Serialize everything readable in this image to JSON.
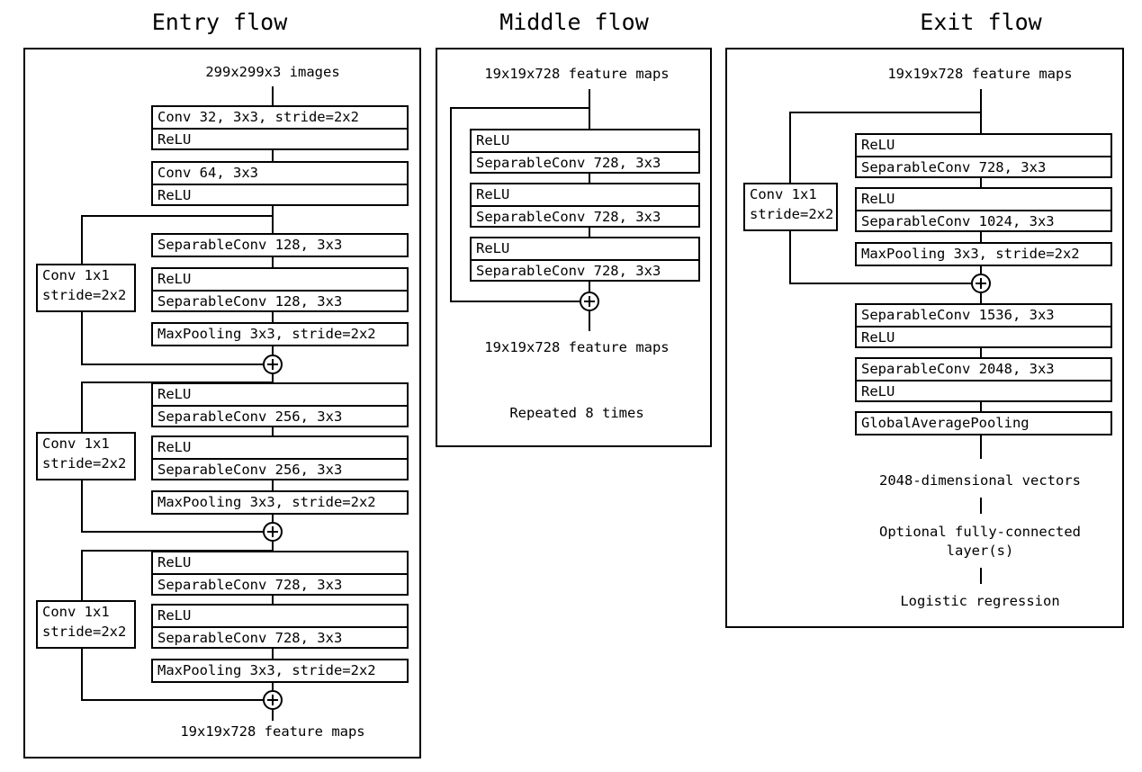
{
  "figure": {
    "description": "Xception architecture diagram with three flow panels",
    "background": "#ffffff",
    "line_color": "#000000"
  },
  "titles": {
    "entry": "Entry flow",
    "middle": "Middle flow",
    "exit": "Exit flow"
  },
  "entry_flow": {
    "input_caption": "299x299x3 images",
    "output_caption": "19x19x728 feature maps",
    "stem": [
      {
        "rows": [
          "Conv 32, 3x3, stride=2x2",
          "ReLU"
        ]
      },
      {
        "rows": [
          "Conv 64, 3x3",
          "ReLU"
        ]
      }
    ],
    "blocks": [
      {
        "shortcut": {
          "line1": "Conv 1x1",
          "line2": "stride=2x2"
        },
        "boxes": [
          {
            "rows": [
              "SeparableConv 128, 3x3"
            ]
          },
          {
            "rows": [
              "ReLU",
              "SeparableConv 128, 3x3"
            ]
          },
          {
            "rows": [
              "MaxPooling 3x3, stride=2x2"
            ]
          }
        ],
        "merge": "+"
      },
      {
        "shortcut": {
          "line1": "Conv 1x1",
          "line2": "stride=2x2"
        },
        "boxes": [
          {
            "rows": [
              "ReLU",
              "SeparableConv 256, 3x3"
            ]
          },
          {
            "rows": [
              "ReLU",
              "SeparableConv 256, 3x3"
            ]
          },
          {
            "rows": [
              "MaxPooling 3x3, stride=2x2"
            ]
          }
        ],
        "merge": "+"
      },
      {
        "shortcut": {
          "line1": "Conv 1x1",
          "line2": "stride=2x2"
        },
        "boxes": [
          {
            "rows": [
              "ReLU",
              "SeparableConv 728, 3x3"
            ]
          },
          {
            "rows": [
              "ReLU",
              "SeparableConv 728, 3x3"
            ]
          },
          {
            "rows": [
              "MaxPooling 3x3, stride=2x2"
            ]
          }
        ],
        "merge": "+"
      }
    ]
  },
  "middle_flow": {
    "input_caption": "19x19x728 feature maps",
    "output_caption": "19x19x728 feature maps",
    "repeat_caption": "Repeated 8 times",
    "boxes": [
      {
        "rows": [
          "ReLU",
          "SeparableConv 728, 3x3"
        ]
      },
      {
        "rows": [
          "ReLU",
          "SeparableConv 728, 3x3"
        ]
      },
      {
        "rows": [
          "ReLU",
          "SeparableConv 728, 3x3"
        ]
      }
    ],
    "merge": "+"
  },
  "exit_flow": {
    "input_caption": "19x19x728 feature maps",
    "shortcut": {
      "line1": "Conv 1x1",
      "line2": "stride=2x2"
    },
    "residual_boxes": [
      {
        "rows": [
          "ReLU",
          "SeparableConv 728, 3x3"
        ]
      },
      {
        "rows": [
          "ReLU",
          "SeparableConv 1024, 3x3"
        ]
      },
      {
        "rows": [
          "MaxPooling 3x3, stride=2x2"
        ]
      }
    ],
    "merge": "+",
    "tail_boxes": [
      {
        "rows": [
          "SeparableConv 1536, 3x3",
          "ReLU"
        ]
      },
      {
        "rows": [
          "SeparableConv 2048, 3x3",
          "ReLU"
        ]
      },
      {
        "rows": [
          "GlobalAveragePooling"
        ]
      }
    ],
    "vector_caption": "2048-dimensional vectors",
    "fc_caption": "Optional fully-connected layer(s)",
    "logistic_caption": "Logistic regression"
  }
}
